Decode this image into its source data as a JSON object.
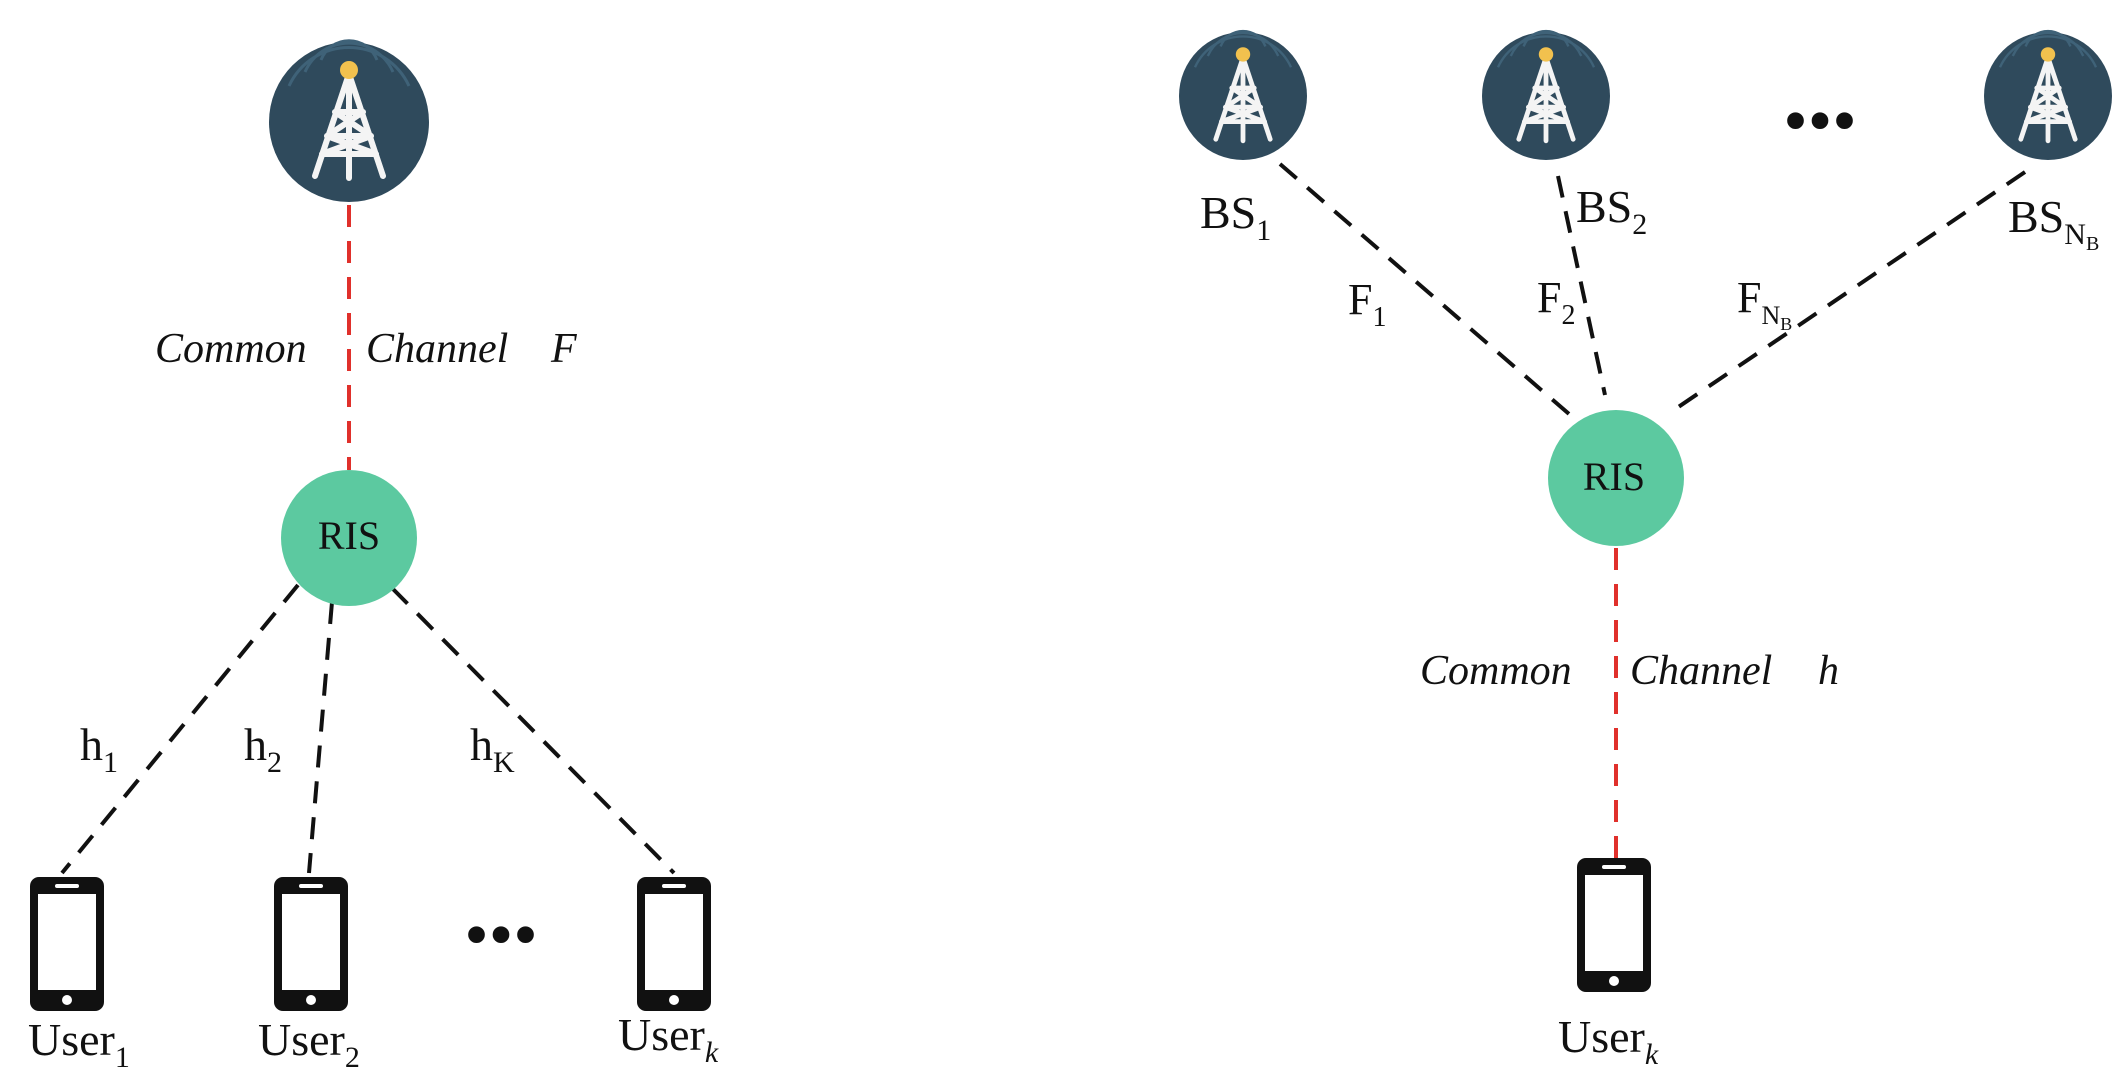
{
  "left_diagram": {
    "channel_label_word1": "Common",
    "channel_label_word2": "Channel",
    "channel_label_symbol": "F",
    "ris_label": "RIS",
    "links": [
      {
        "base": "h",
        "sub": "1"
      },
      {
        "base": "h",
        "sub": "2"
      },
      {
        "base": "h",
        "sub": "K"
      }
    ],
    "users": [
      {
        "base": "User",
        "sub": "1"
      },
      {
        "base": "User",
        "sub": "2"
      },
      {
        "base": "User",
        "sub": "k"
      }
    ],
    "ellipsis": "•••"
  },
  "right_diagram": {
    "base_stations": [
      {
        "base": "BS",
        "sub": "1"
      },
      {
        "base": "BS",
        "sub": "2"
      },
      {
        "base": "BS",
        "sub": "N",
        "subsub": "B"
      }
    ],
    "links": [
      {
        "base": "F",
        "sub": "1"
      },
      {
        "base": "F",
        "sub": "2"
      },
      {
        "base": "F",
        "sub": "N",
        "subsub": "B"
      }
    ],
    "ellipsis": "•••",
    "ris_label": "RIS",
    "channel_label_word1": "Common",
    "channel_label_word2": "Channel",
    "channel_label_symbol": "h",
    "user": {
      "base": "User",
      "sub": "k"
    }
  },
  "colors": {
    "tower_bg": "#2f4a5c",
    "tower_ring": "#3f6278",
    "tower_beacon": "#f2c14e",
    "ris_fill": "#5cc9a0",
    "common_link": "#e0302b",
    "link": "#111111"
  },
  "icons": [
    "cell-tower-icon",
    "smartphone-icon"
  ]
}
